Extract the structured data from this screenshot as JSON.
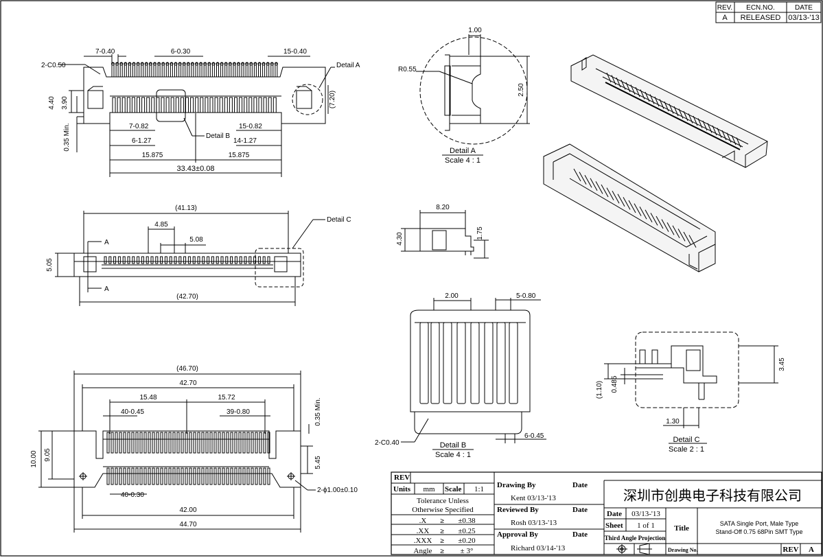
{
  "revision_block": {
    "headers": {
      "rev": "REV.",
      "ecn": "ECN.NO.",
      "date": "DATE"
    },
    "row": {
      "rev": "A",
      "ecn": "RELEASED",
      "date": "03/13-'13"
    }
  },
  "top_view": {
    "pitch_top_left": "7-0.40",
    "pitch_top_mid": "6-0.30",
    "pitch_top_right": "15-0.40",
    "chamfer": "2-C0.50",
    "detail_a": "Detail A",
    "height_440": "4.40",
    "height_390": "3.90",
    "standoff": "0.35 Min.",
    "height_720": "(7.20)",
    "pitch_082_left": "7-0.82",
    "pitch_127_left": "6-1.27",
    "detail_b": "Detail B",
    "pitch_082_right": "15-0.82",
    "pitch_127_right": "14-1.27",
    "half_left": "15.875",
    "half_right": "15.875",
    "overall": "33.43±0.08"
  },
  "front_view": {
    "overall_top": "(41.13)",
    "d485": "4.85",
    "d508": "5.08",
    "section_a_top": "A",
    "section_a_bottom": "A",
    "detail_c": "Detail C",
    "height": "5.05",
    "overall_bottom": "(42.70)"
  },
  "bottom_view": {
    "overall_4670": "(46.70)",
    "d4270": "42.70",
    "d1548": "15.48",
    "d1572": "15.72",
    "pitch_40_045": "40-0.45",
    "pitch_39_080": "39-0.80",
    "standoff": "0.35 Min.",
    "height_1000": "10.00",
    "height_905": "9.05",
    "height_545": "5.45",
    "pitch_40_030": "40-0.30",
    "holes": "2-ϕ1.00±0.10",
    "d4200": "42.00",
    "d4470": "44.70"
  },
  "detail_a_view": {
    "width": "1.00",
    "radius": "R0.55",
    "height": "2.50",
    "title": "Detail A",
    "scale": "Scale 4 : 1"
  },
  "section_view": {
    "width": "8.20",
    "height": "4.30",
    "height_small": "1.75"
  },
  "detail_b_view": {
    "width": "2.00",
    "pitch_top": "5-0.80",
    "chamfer": "2-C0.40",
    "pitch_bottom": "6-0.45",
    "title": "Detail B",
    "scale": "Scale 4 : 1"
  },
  "detail_c_view": {
    "height_345": "3.45",
    "height_110": "(1.10)",
    "height_0485": "0.485",
    "width": "1.30",
    "title": "Detail C",
    "scale": "Scale 2 : 1"
  },
  "title_block": {
    "rev_label": "REV",
    "units_label": "Units",
    "units_value": "mm",
    "scale_label": "Scale",
    "scale_value": "1:1",
    "tolerance_line1": "Tolerance Unless",
    "tolerance_line2": "Otherwise Specified",
    "tolerances": [
      {
        "key": ".X",
        "sep": "≥",
        "value": "±0.38"
      },
      {
        "key": ".XX",
        "sep": "≥",
        "value": "±0.25"
      },
      {
        "key": ".XXX",
        "sep": "≥",
        "value": "±0.20"
      },
      {
        "key": "Angle",
        "sep": "≥",
        "value": "± 3°"
      }
    ],
    "drawing_by_label": "Drawing By",
    "drawing_by_value": "Kent 03/13-'13",
    "reviewed_by_label": "Reviewed By",
    "reviewed_by_value": "Rosh 03/13-'13",
    "approval_by_label": "Approval By",
    "approval_by_value": "Richard 03/14-'13",
    "date_label_1": "Date",
    "date_label_2": "Date",
    "date_label_3": "Date",
    "company": "深圳市创典电子科技有限公司",
    "date_label": "Date",
    "date_value": "03/13-'13",
    "sheet_label": "Sheet",
    "sheet_value": "1 of 1",
    "projection": "Third Angle Projection",
    "title_label": "Title",
    "title_line1": "SATA Single Port, Male Type",
    "title_line2": "Stand-Off 0.75 68Pin SMT Type",
    "drawing_no_label": "Drawing No.",
    "rev_label_2": "REV",
    "rev_value": "A"
  }
}
